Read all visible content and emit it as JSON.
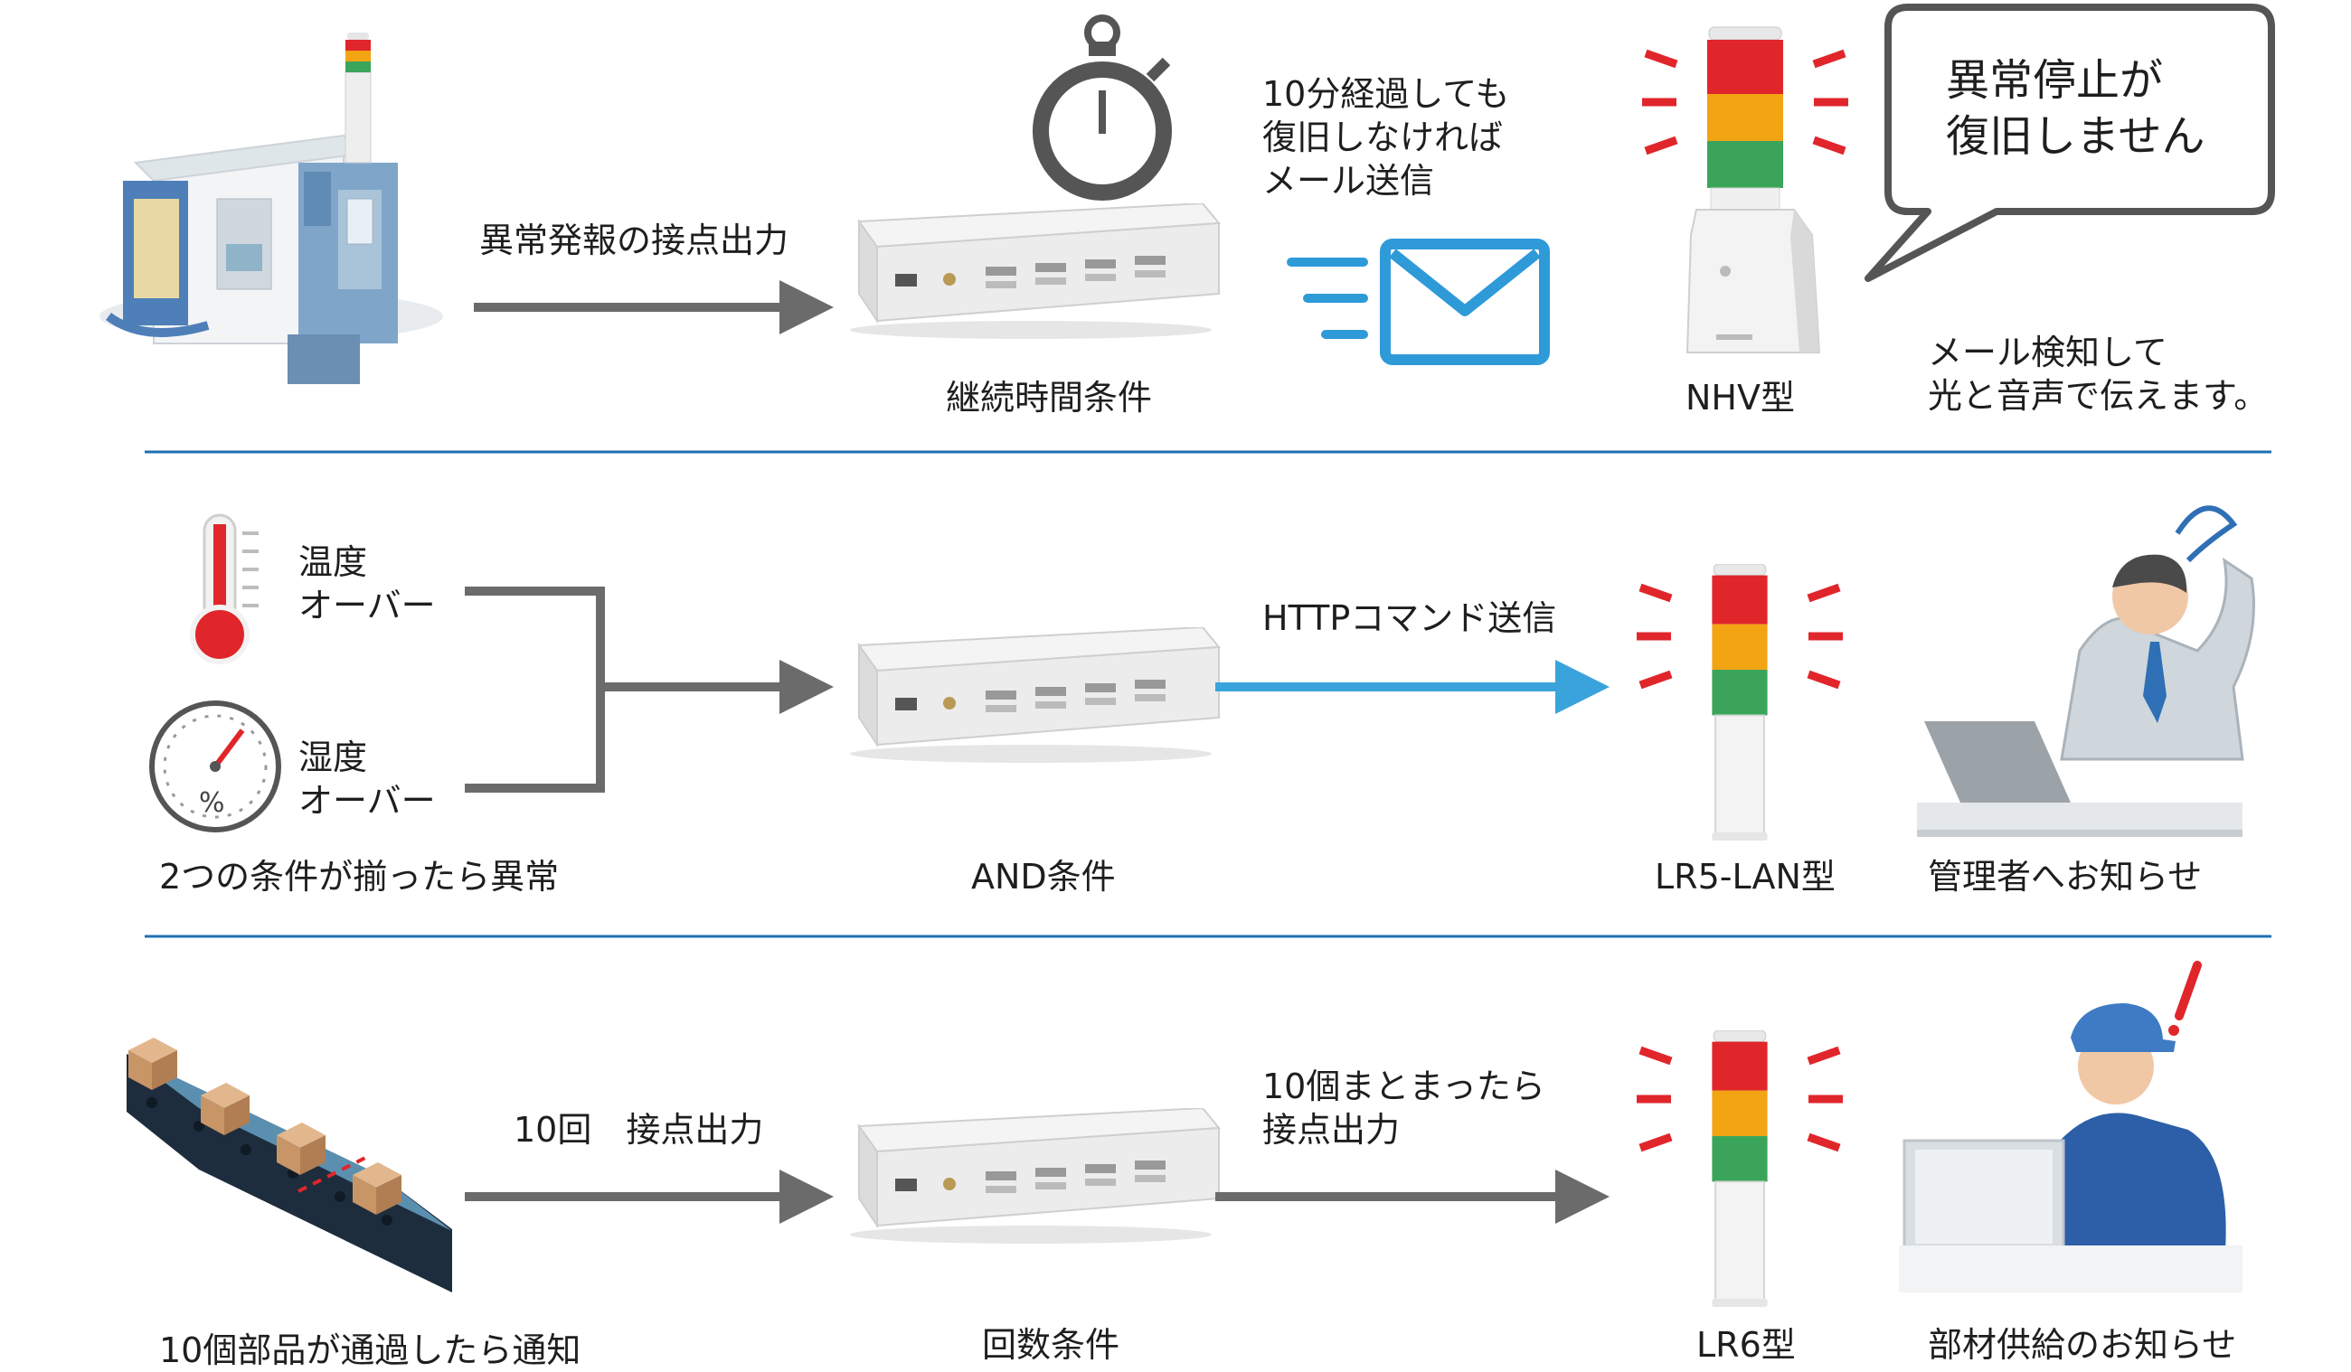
{
  "colors": {
    "arrow_gray": "#6b6b6b",
    "arrow_blue": "#3aa3dc",
    "divider_blue": "#1f6fb5",
    "lamp_red": "#e0262b",
    "lamp_amber": "#f2a413",
    "lamp_green": "#3aa55a",
    "mail_blue": "#2f9ad8"
  },
  "icons": [
    "machine-tool-icon",
    "stopwatch-icon",
    "controller-box-icon",
    "mail-icon",
    "nhv-signal-tower-icon",
    "thermometer-icon",
    "hygrometer-gauge-icon",
    "signal-tower-icon",
    "worried-admin-icon",
    "conveyor-belt-icon",
    "worker-alert-icon"
  ],
  "row1": {
    "arrow_label": "異常発報の接点出力",
    "device_label": "継続時間条件",
    "mail_label": "10分経過しても\n復旧しなければ\nメール送信",
    "tower_label": "NHV型",
    "bubble_text": "異常停止が\n復旧しません",
    "result_label": "メール検知して\n光と音声で伝えます。"
  },
  "row2": {
    "temp_label": "温度\nオーバー",
    "humid_label": "湿度\nオーバー",
    "gauge_symbol": "%",
    "source_label": "2つの条件が揃ったら異常",
    "device_label": "AND条件",
    "arrow_label": "HTTPコマンド送信",
    "tower_label": "LR5-LAN型",
    "result_label": "管理者へお知らせ"
  },
  "row3": {
    "source_label": "10個部品が通過したら通知",
    "arrow_label": "10回　接点出力",
    "device_label": "回数条件",
    "output_label": "10個まとまったら\n接点出力",
    "tower_label": "LR6型",
    "result_label": "部材供給のお知らせ"
  }
}
